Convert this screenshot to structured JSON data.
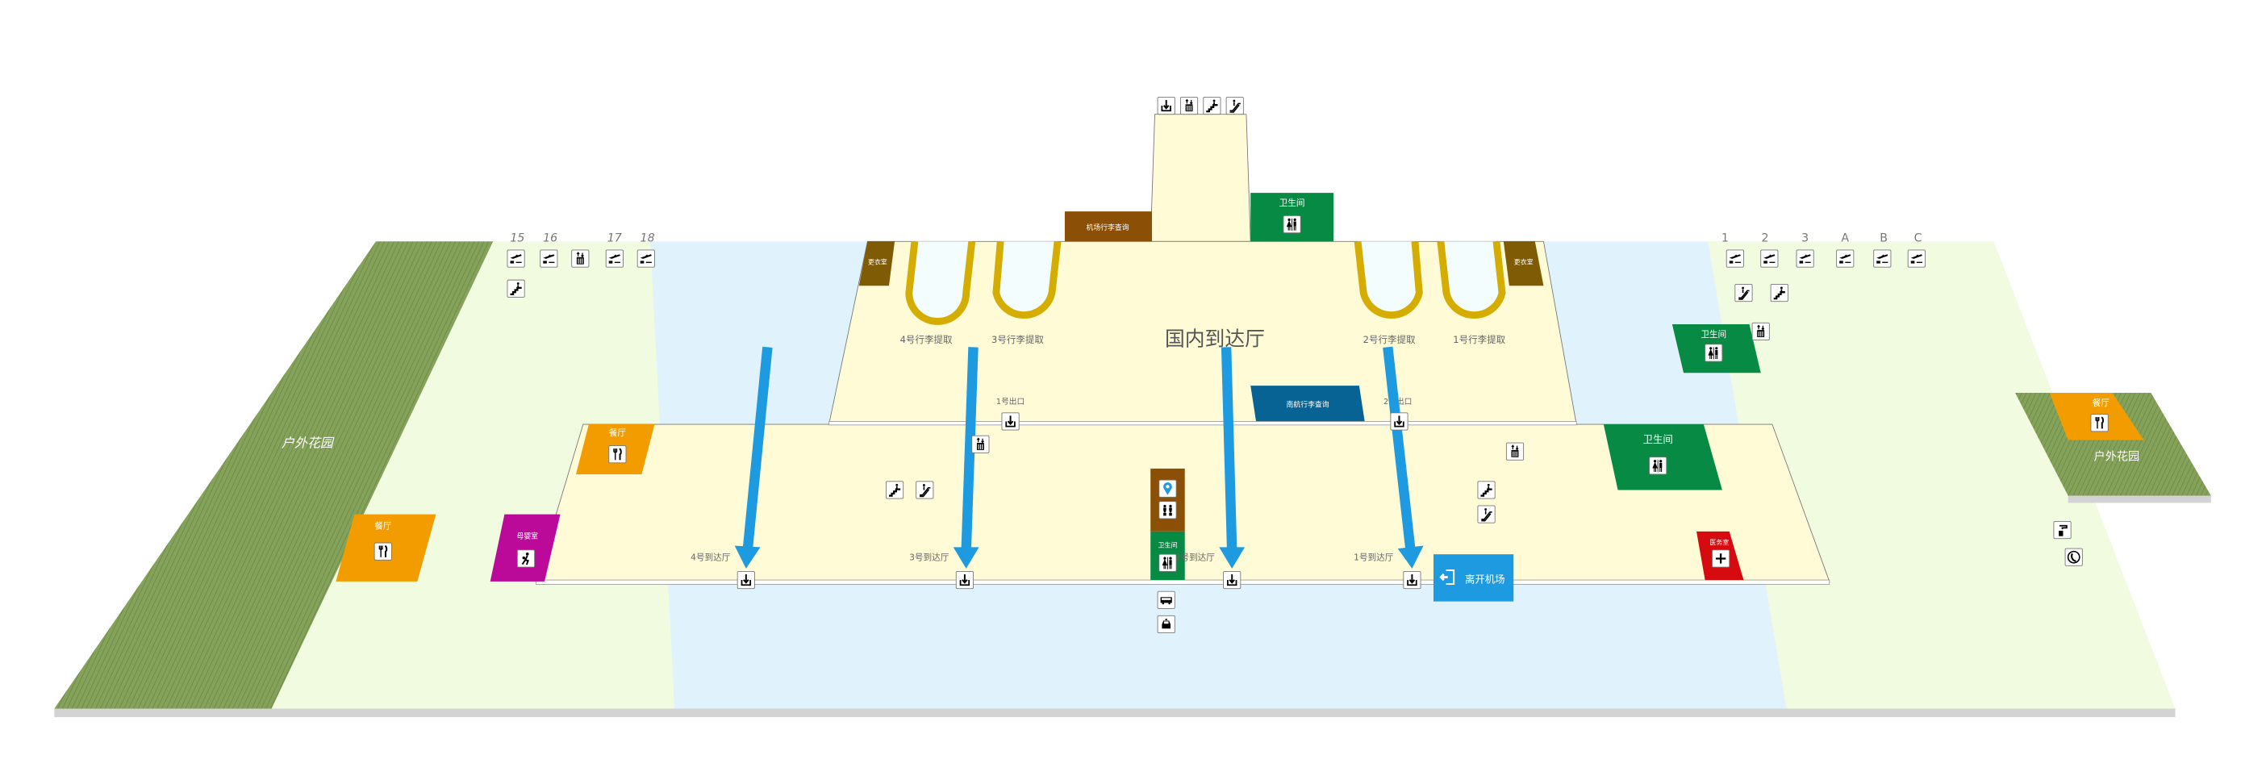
{
  "map": {
    "hall_title": "国内到达厅",
    "garden_left": "户外花园",
    "garden_right": "户外花园",
    "baggage_claims": [
      "4号行李提取",
      "3号行李提取",
      "2号行李提取",
      "1号行李提取"
    ],
    "exits": [
      "1号出口",
      "2号出口"
    ],
    "arrival_halls": [
      "4号到达厅",
      "3号到达厅",
      "2号到达厅",
      "1号到达厅"
    ],
    "airport_baggage_inquiry": "机场行李查询",
    "csair_baggage_inquiry": "南航行李查询",
    "changing_room": "更衣室",
    "restroom": "卫生间",
    "restaurant": "餐厅",
    "nursing_room": "母婴室",
    "medical_room": "医务室",
    "leave_airport": "离开机场",
    "gates_left": [
      "15",
      "16",
      "17",
      "18"
    ],
    "gates_right": [
      "1",
      "2",
      "3",
      "A",
      "B",
      "C"
    ]
  },
  "colors": {
    "hall": "#fffbd6",
    "lightblue": "#e0f3fd",
    "lightgreen": "#f0fbe0",
    "garden": "#84a25a",
    "arrow": "#1e9be0",
    "restroom": "#078a44",
    "restaurant": "#f29c00",
    "brown": "#8b5006",
    "csair": "#066393",
    "nursing": "#bb0a9a",
    "medical": "#d60b10",
    "carousel": "#d4ad00"
  }
}
